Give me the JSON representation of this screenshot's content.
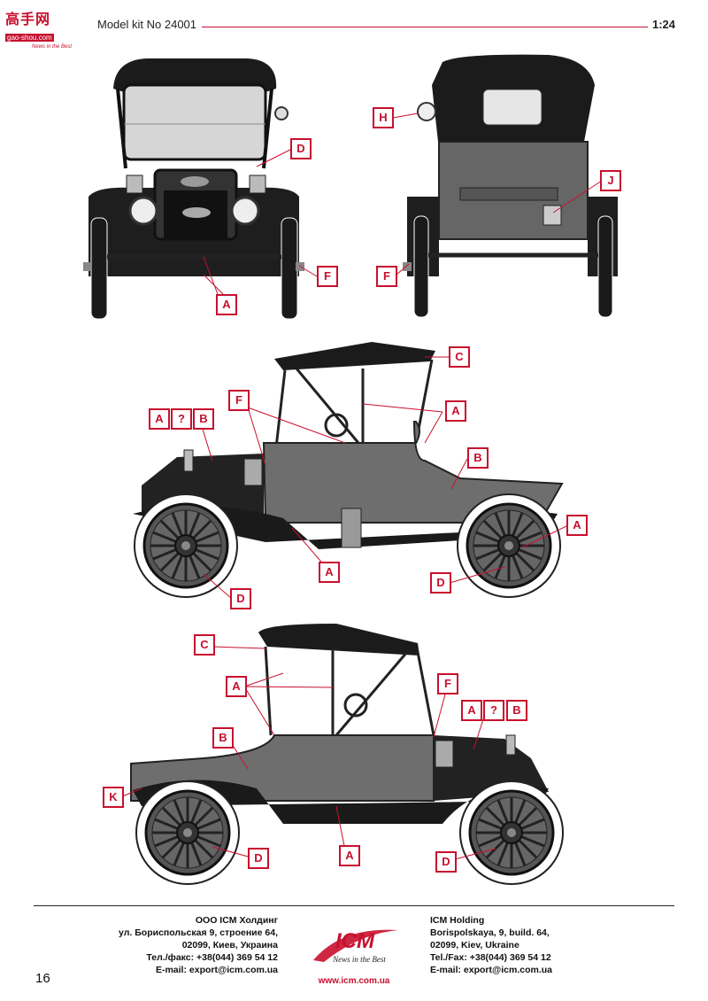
{
  "header": {
    "title": "Model kit No 24001",
    "scale": "1:24",
    "site_logo_text": "高手网",
    "site_logo_url": "gao-shou.com",
    "site_logo_tagline": "News in the Best"
  },
  "callouts": [
    {
      "id": "front-D",
      "text": "D"
    },
    {
      "id": "front-F",
      "text": "F"
    },
    {
      "id": "front-A",
      "text": "A"
    },
    {
      "id": "rear-H",
      "text": "H"
    },
    {
      "id": "rear-J",
      "text": "J"
    },
    {
      "id": "rear-F",
      "text": "F"
    },
    {
      "id": "side1-C",
      "text": "C"
    },
    {
      "id": "side1-F",
      "text": "F"
    },
    {
      "id": "side1-A1",
      "text": "A"
    },
    {
      "id": "side1-Aq",
      "text": "A"
    },
    {
      "id": "side1-q",
      "text": "?"
    },
    {
      "id": "side1-B1",
      "text": "B"
    },
    {
      "id": "side1-B2",
      "text": "B"
    },
    {
      "id": "side1-A2",
      "text": "A"
    },
    {
      "id": "side1-A3",
      "text": "A"
    },
    {
      "id": "side1-D1",
      "text": "D"
    },
    {
      "id": "side1-D2",
      "text": "D"
    },
    {
      "id": "side2-C",
      "text": "C"
    },
    {
      "id": "side2-A1",
      "text": "A"
    },
    {
      "id": "side2-F",
      "text": "F"
    },
    {
      "id": "side2-Aq",
      "text": "A"
    },
    {
      "id": "side2-q",
      "text": "?"
    },
    {
      "id": "side2-Bq",
      "text": "B"
    },
    {
      "id": "side2-B",
      "text": "B"
    },
    {
      "id": "side2-K",
      "text": "K"
    },
    {
      "id": "side2-D1",
      "text": "D"
    },
    {
      "id": "side2-A2",
      "text": "A"
    },
    {
      "id": "side2-D2",
      "text": "D"
    }
  ],
  "footer": {
    "ru_lines": [
      "ООО ICM Холдинг",
      "ул. Бориспольская 9, строение 64,",
      "02099, Киев, Украина",
      "Тел./факс: +38(044) 369 54 12",
      "E-mail: export@icm.com.ua"
    ],
    "en_lines": [
      "ICM Holding",
      "Borispolskaya, 9, build. 64,",
      "02099, Kiev, Ukraine",
      "Tel./Fax: +38(044) 369 54 12",
      "E-mail: export@icm.com.ua"
    ],
    "logo_text": "ICM",
    "logo_tagline": "News in the Best",
    "website": "www.icm.com.ua",
    "page_number": "16"
  },
  "colors": {
    "accent": "#c8102e",
    "body_grey": "#6e6e6e",
    "black": "#1a1a1a"
  }
}
